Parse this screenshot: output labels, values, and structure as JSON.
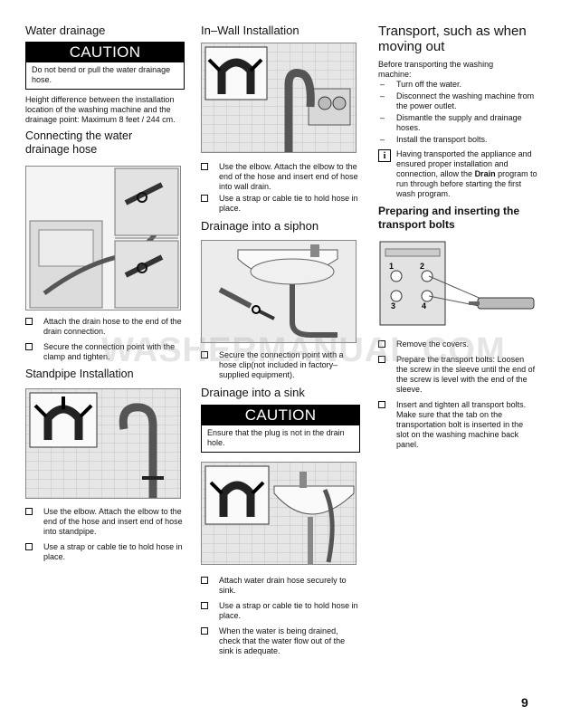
{
  "col1": {
    "water_drainage_title": "Water drainage",
    "caution1": {
      "label": "CAUTION",
      "text": "Do not bend or pull the water drainage hose."
    },
    "height_text": "Height difference between the installation location of the washing machine and the drainage point: Maximum 8 feet / 244 cm.",
    "connecting_title": "Connecting the water drainage hose",
    "connect_steps": [
      "Attach the drain hose to the end of the drain connection.",
      "Secure the connection point with the clamp and tighten."
    ],
    "standpipe_title": "Standpipe Installation",
    "standpipe_steps": [
      "Use the elbow. Attach the elbow to the end of the hose and insert end of hose into standpipe.",
      "Use a strap or cable tie to hold hose in place."
    ]
  },
  "col2": {
    "inwall_title": "In–Wall Installation",
    "inwall_steps": [
      "Use the elbow. Attach the elbow to the end of the hose and insert end of hose into wall drain.",
      "Use a strap or cable tie to hold hose in place."
    ],
    "siphon_title": "Drainage into a siphon",
    "siphon_steps": [
      "Secure the connection point with a hose clip(not included in factory–supplied equipment)."
    ],
    "sink_title": "Drainage into a sink",
    "caution2": {
      "label": "CAUTION",
      "text": "Ensure that the plug is not in the drain hole."
    },
    "sink_steps": [
      "Attach water drain hose securely to sink.",
      "Use a strap or cable tie to hold hose in place.",
      "When the water is being drained, check that the water flow out of the sink is adequate."
    ]
  },
  "col3": {
    "transport_title": "Transport, such as when moving out",
    "before_text": "Before transporting the washing machine:",
    "dash_items": [
      "Turn off the water.",
      "Disconnect the washing machine from the power outlet.",
      "Dismantle the supply and drainage hoses.",
      "Install the transport bolts."
    ],
    "note": {
      "icon": "i",
      "pre": "Having transported the appliance and ensured proper installation and connection, allow the ",
      "bold": "Drain",
      "post": " program to run through before starting the first wash program."
    },
    "preparing_title": "Preparing and inserting the transport bolts",
    "bolt_labels": [
      "1",
      "2",
      "3",
      "4"
    ],
    "bolt_steps": [
      "Remove the covers.",
      "Prepare the transport bolts: Loosen the screw in the sleeve until the end of the screw is level with the end of the sleeve.",
      "Insert and tighten all transport bolts. Make sure that the tab on the transportation bolt is inserted in the slot on the washing machine back panel."
    ]
  },
  "watermark": "WASHERMANUAL.COM",
  "page_number": "9"
}
